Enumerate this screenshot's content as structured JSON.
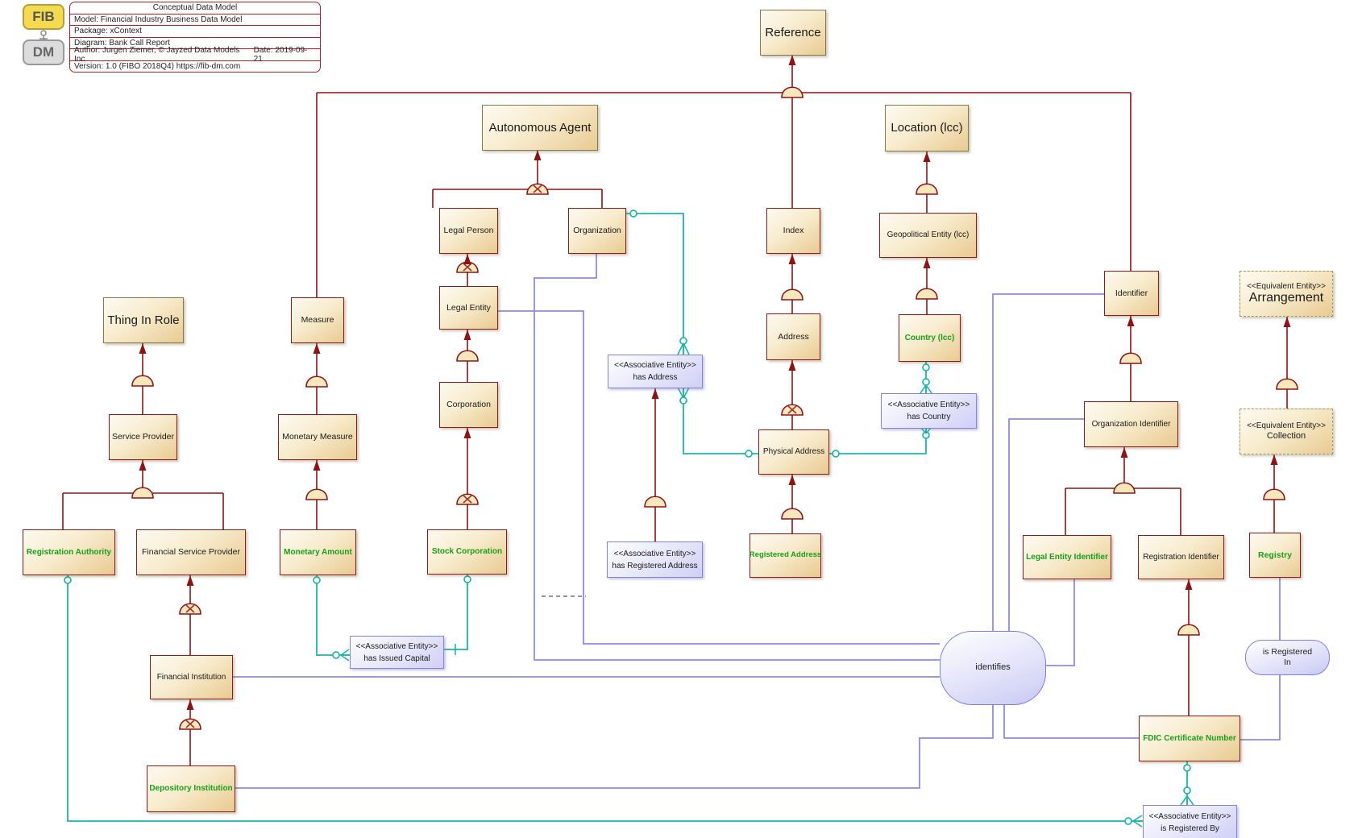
{
  "title_block": {
    "logo_top": "FIB",
    "logo_bottom": "DM",
    "title": "Conceptual Data Model",
    "model": "Model: Financial Industry Business Data Model",
    "package": "Package: xContext",
    "diagram": "Diagram: Bank Call Report",
    "author": "Author: Jurgen Ziemer, © Jayzed Data Models Inc.",
    "date": "Date: 2019-09-21",
    "version": "Version: 1.0 (FIBO 2018Q4) https://fib-dm.com"
  },
  "colors": {
    "generalization_red": "#8e1414",
    "relationship_purple": "#8a8af0",
    "associative_teal": "#1cb5ad",
    "key_entity_green": "#18a018",
    "entity_border": "#8e1b1b"
  },
  "entities": {
    "reference": {
      "label": "Reference"
    },
    "autonomous_agent": {
      "label": "Autonomous Agent"
    },
    "location_lcc": {
      "label": "Location (lcc)"
    },
    "thing_in_role": {
      "label": "Thing In Role"
    },
    "legal_person": {
      "label": "Legal Person"
    },
    "organization": {
      "label": "Organization"
    },
    "index": {
      "label": "Index"
    },
    "geopolitical_entity": {
      "label": "Geopolitical Entity (lcc)"
    },
    "measure": {
      "label": "Measure"
    },
    "legal_entity": {
      "label": "Legal Entity"
    },
    "corporation": {
      "label": "Corporation"
    },
    "service_provider": {
      "label": "Service Provider"
    },
    "monetary_measure": {
      "label": "Monetary Measure"
    },
    "address": {
      "label": "Address"
    },
    "country_lcc": {
      "label": "Country (lcc)"
    },
    "physical_address": {
      "label": "Physical Address"
    },
    "registered_address": {
      "label": "Registered Address"
    },
    "registration_authority": {
      "label": "Registration Authority"
    },
    "financial_service_provider": {
      "label": "Financial Service Provider"
    },
    "monetary_amount": {
      "label": "Monetary Amount"
    },
    "stock_corporation": {
      "label": "Stock Corporation"
    },
    "financial_institution": {
      "label": "Financial Institution"
    },
    "depository_institution": {
      "label": "Depository Institution"
    },
    "identifier": {
      "label": "Identifier"
    },
    "organization_identifier": {
      "label": "Organization Identifier"
    },
    "legal_entity_identifier": {
      "label": "Legal Entity Identifier"
    },
    "registration_identifier": {
      "label": "Registration Identifier"
    },
    "registry": {
      "label": "Registry"
    },
    "fdic_certificate_number": {
      "label": "FDIC Certificate Number"
    },
    "arrangement": {
      "stereotype": "<<Equivalent Entity>>",
      "label": "Arrangement"
    },
    "collection": {
      "stereotype": "<<Equivalent Entity>>",
      "label": "Collection"
    },
    "has_address": {
      "stereotype": "<<Associative Entity>>",
      "label": "has Address"
    },
    "has_registered_address": {
      "stereotype": "<<Associative Entity>>",
      "label": "has Registered Address"
    },
    "has_country": {
      "stereotype": "<<Associative Entity>>",
      "label": "has Country"
    },
    "has_issued_capital": {
      "stereotype": "<<Associative Entity>>",
      "label": "has Issued Capital"
    },
    "is_registered_by": {
      "stereotype": "<<Associative Entity>>",
      "label": "is Registered By"
    }
  },
  "relationships": {
    "identifies": {
      "label": "identifies"
    },
    "is_registered_in": {
      "lines": [
        "is Registered",
        "In"
      ]
    }
  }
}
